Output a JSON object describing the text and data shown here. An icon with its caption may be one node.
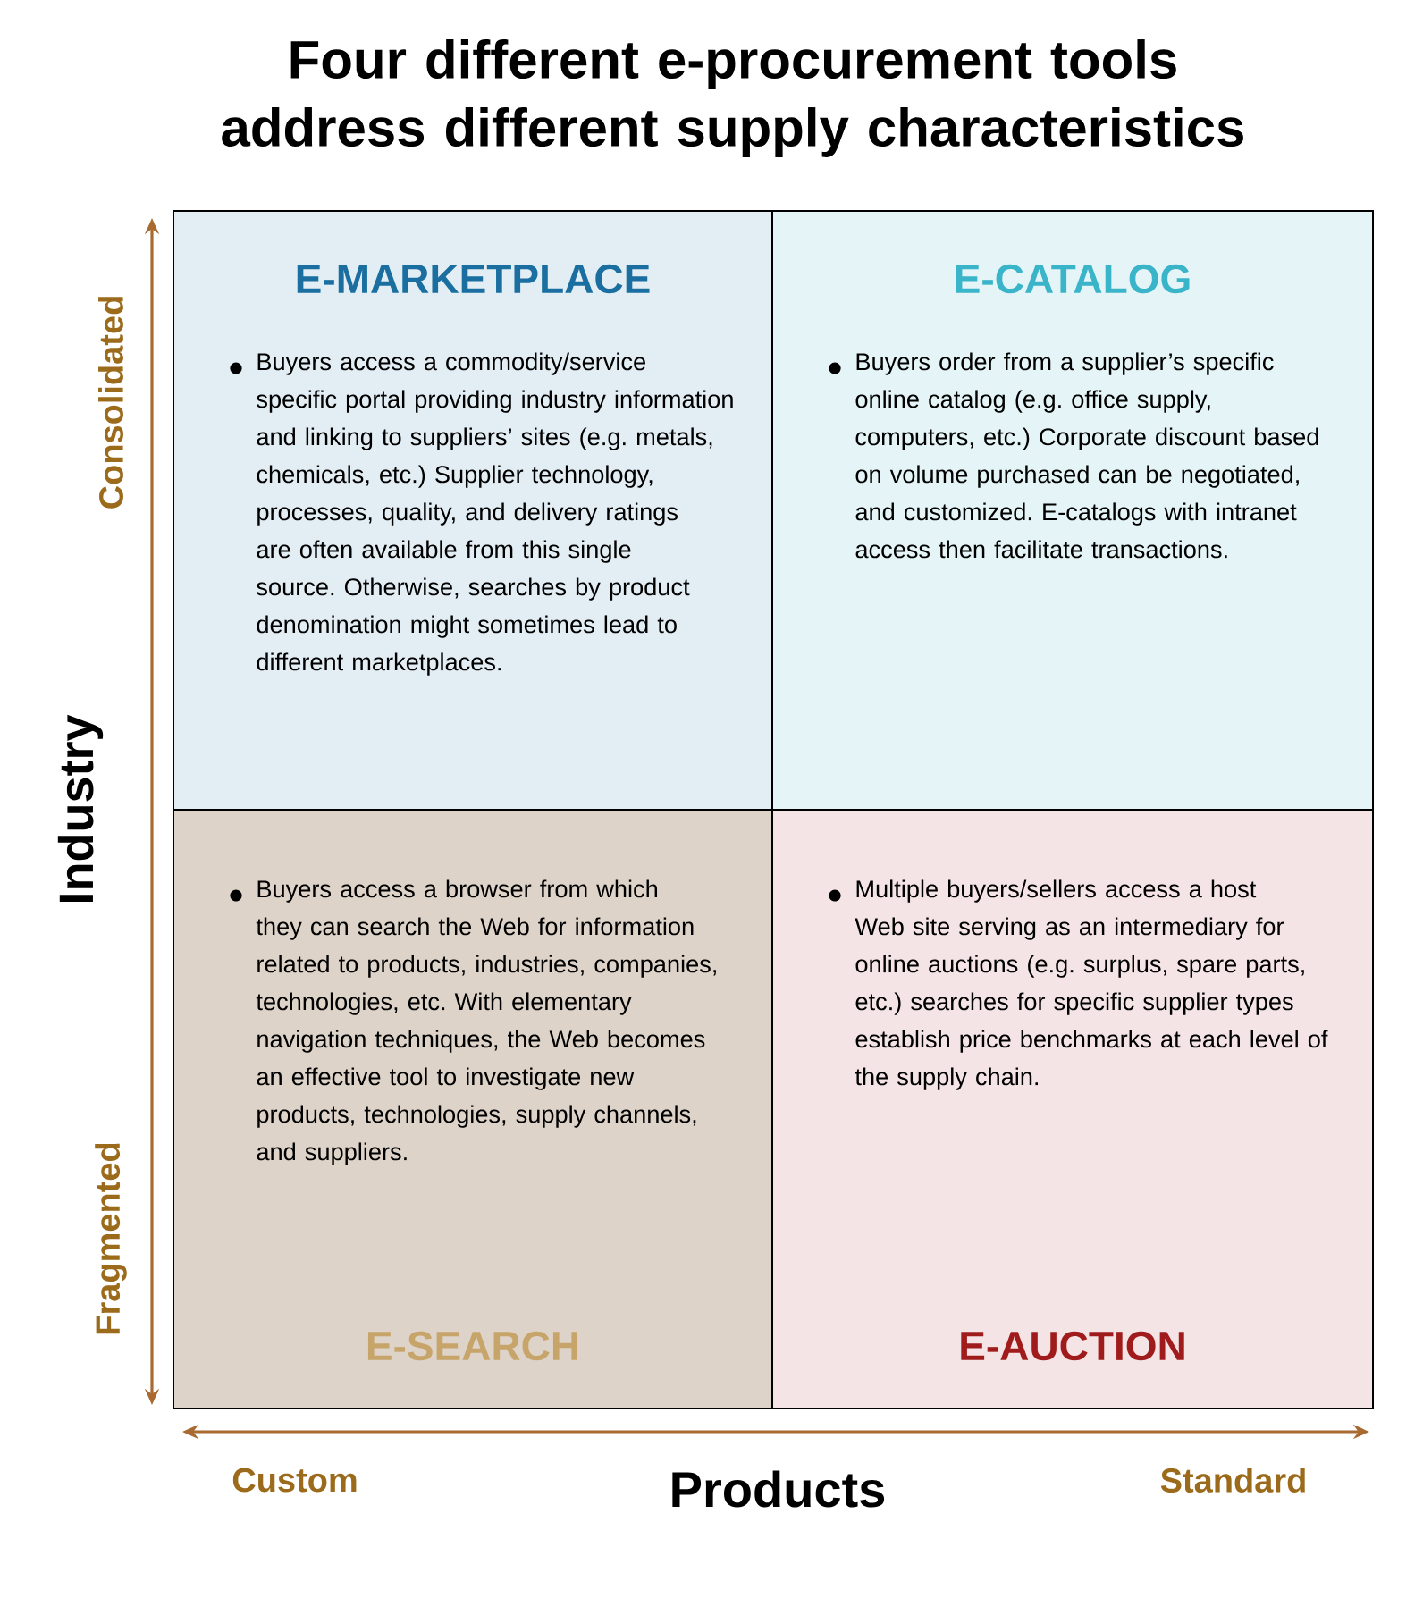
{
  "diagram": {
    "title": "Four different e-procurement tools address different supply characteristics",
    "nodes": [
      {
        "text": [
          "E-MARKETPLACE",
          "Buyers access a commodity/service specific portal providing industry information and linking to suppliers’ sites (e.g. metals, chemicals, etc.) Supplier technology, processes, quality, and delivery ratings are often available from this single source. Otherwise, searches by product denomination might sometimes lead to different marketplaces."
        ]
      },
      {
        "text": [
          "E-CATALOG",
          "Buyers order from a supplier’s specific online catalog (e.g. office supply, computers, etc.) Corporate discount based on volume purchased can be negotiated, and customized. E-catalogs with intranet access then facilitate transactions."
        ]
      },
      {
        "text": [
          "Buyers access a browser from which they can search the Web for information related to products, industries, companies, technologies, etc. With elementary navigation techniques, the Web becomes an effective tool to investigate new products, technologies, supply channels, and suppliers.",
          "E-SEARCH"
        ]
      },
      {
        "text": [
          "Multiple buyers/sellers access a host Web site serving as an intermediary for online auctions (e.g. surplus, spare parts, etc.) searches for specific supplier types establish price benchmarks at each level of the supply chain.",
          "E-AUCTION"
        ]
      }
    ],
    "labels": [
      "Consolidated",
      "Industry",
      "Fragmented",
      "Custom",
      "Products",
      "Standard"
    ]
  }
}
